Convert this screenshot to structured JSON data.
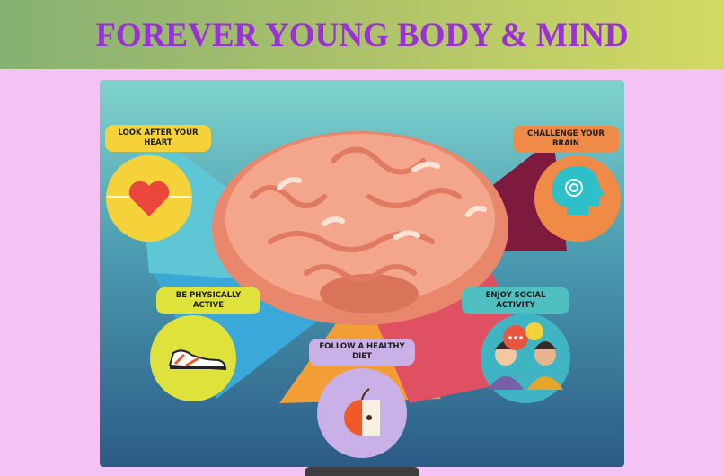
{
  "header": {
    "title": "FOREVER YOUNG BODY & MIND"
  },
  "infographic": {
    "center": "brain-illustration",
    "items": [
      {
        "id": "heart",
        "label": "LOOK AFTER YOUR HEART",
        "icon": "heart-icon",
        "color": "#f6d23a"
      },
      {
        "id": "brain",
        "label": "CHALLENGE YOUR BRAIN",
        "icon": "head-brain-icon",
        "color": "#f08a47"
      },
      {
        "id": "active",
        "label": "BE PHYSICALLY ACTIVE",
        "icon": "sneaker-icon",
        "color": "#dfe23b"
      },
      {
        "id": "diet",
        "label": "FOLLOW A HEALTHY DIET",
        "icon": "apple-icon",
        "color": "#c9b0e6"
      },
      {
        "id": "social",
        "label": "ENJOY SOCIAL ACTIVITY",
        "icon": "people-chat-icon",
        "color": "#4fbfbf"
      }
    ]
  },
  "colors": {
    "banner_start": "#86b173",
    "banner_end": "#d2da62",
    "title": "#9b30d9",
    "page_bg": "#f5c3f3"
  }
}
